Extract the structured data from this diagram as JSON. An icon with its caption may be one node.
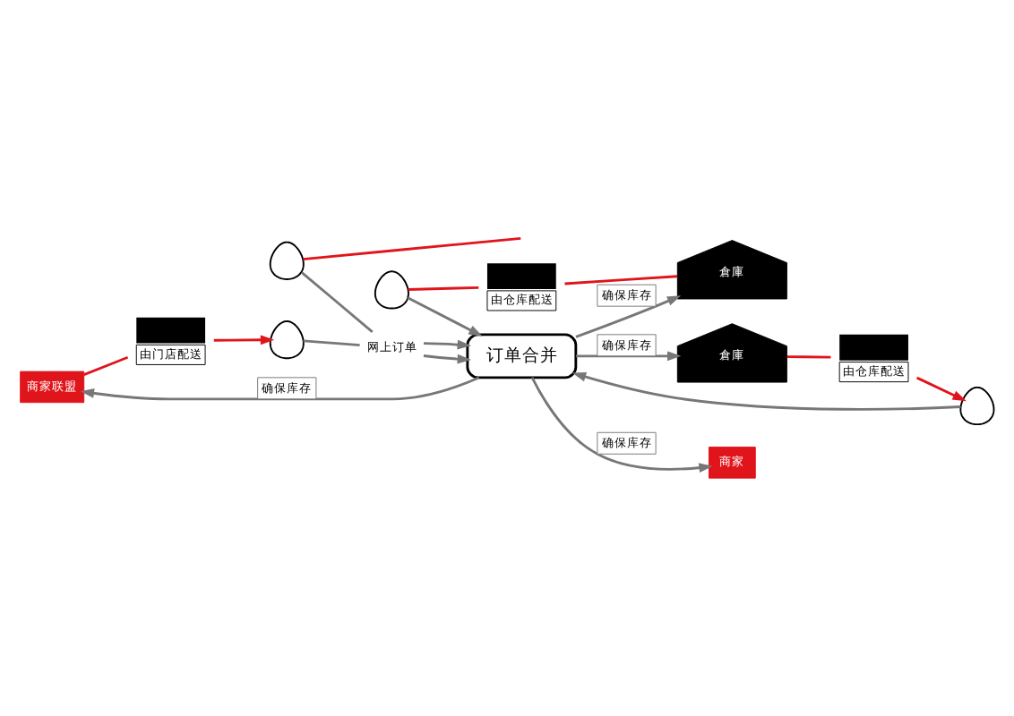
{
  "diagram": {
    "nodes": [
      {
        "text": [
          "商家联盟"
        ]
      },
      {
        "text": [],
        "shape": "box",
        "beside": [
          "由门店配送"
        ]
      },
      {
        "text": [],
        "shape": "box",
        "beside": [
          "由仓库配送"
        ]
      },
      {
        "text": [
          "倉庫"
        ]
      },
      {
        "text": [],
        "shape": "person"
      },
      {
        "text": [],
        "shape": "person"
      },
      {
        "text": [
          "网上订单"
        ]
      },
      {
        "text": [
          "订单合并"
        ]
      },
      {
        "text": [],
        "shape": "person"
      },
      {
        "text": [],
        "shape": "person"
      },
      {
        "text": [],
        "shape": "box",
        "beside": [
          "由仓库配送"
        ]
      },
      {
        "text": [
          "商家"
        ]
      },
      {
        "text": [
          "倉庫"
        ]
      }
    ],
    "edges": [
      {
        "from": 0,
        "to": 1,
        "arrow": "none",
        "color": "#e0151b"
      },
      {
        "from": 1,
        "to": 4,
        "arrow": "to",
        "color": "#e0151b"
      },
      {
        "from": 3,
        "to": 2,
        "arrow": "none",
        "color": "#e0151b"
      },
      {
        "from": 2,
        "to": 5,
        "arrow": "to",
        "color": "#e0151b"
      },
      {
        "from": 4,
        "to": 6,
        "arrow": "none"
      },
      {
        "from": 8,
        "to": 6,
        "arrow": "none"
      },
      {
        "from": 6,
        "to": 7,
        "arrow": "to"
      },
      {
        "from": 6,
        "to": 7,
        "arrow": "to"
      },
      {
        "from": 5,
        "to": 7,
        "arrow": "to"
      },
      {
        "from": 9,
        "to": 7,
        "arrow": "to"
      },
      {
        "from": 7,
        "to": 0,
        "arrow": "to",
        "label": "确保库存"
      },
      {
        "from": 7,
        "to": 3,
        "arrow": "to",
        "label": "确保库存"
      },
      {
        "from": 7,
        "to": 12,
        "arrow": "to",
        "label": "确保库存"
      },
      {
        "from": 7,
        "to": 11,
        "arrow": "to",
        "label": "确保库存"
      },
      {
        "from": 9,
        "to": 10,
        "arrow": "none",
        "color": "#e0151b"
      },
      {
        "from": 10,
        "to": 12,
        "arrow": "none",
        "color": "#e0151b"
      },
      {
        "from": 8,
        "to": null,
        "arrow": "none",
        "color": "#e0151b"
      }
    ]
  }
}
